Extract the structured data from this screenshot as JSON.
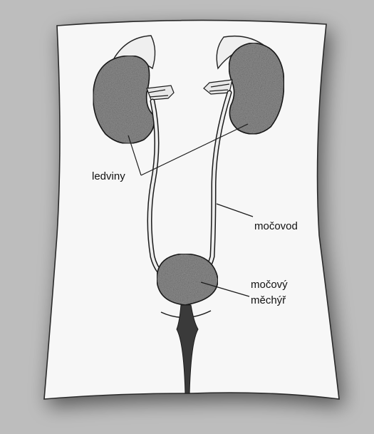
{
  "diagram": {
    "labels": {
      "kidneys": "ledviny",
      "ureter": "močovod",
      "bladder_line1": "močový",
      "bladder_line2": "měchýř"
    },
    "colors": {
      "background": "#b9b9b9",
      "body": "#f7f7f7",
      "organ_fill": "#8f8f8f",
      "outline": "#1a1a1a"
    }
  }
}
